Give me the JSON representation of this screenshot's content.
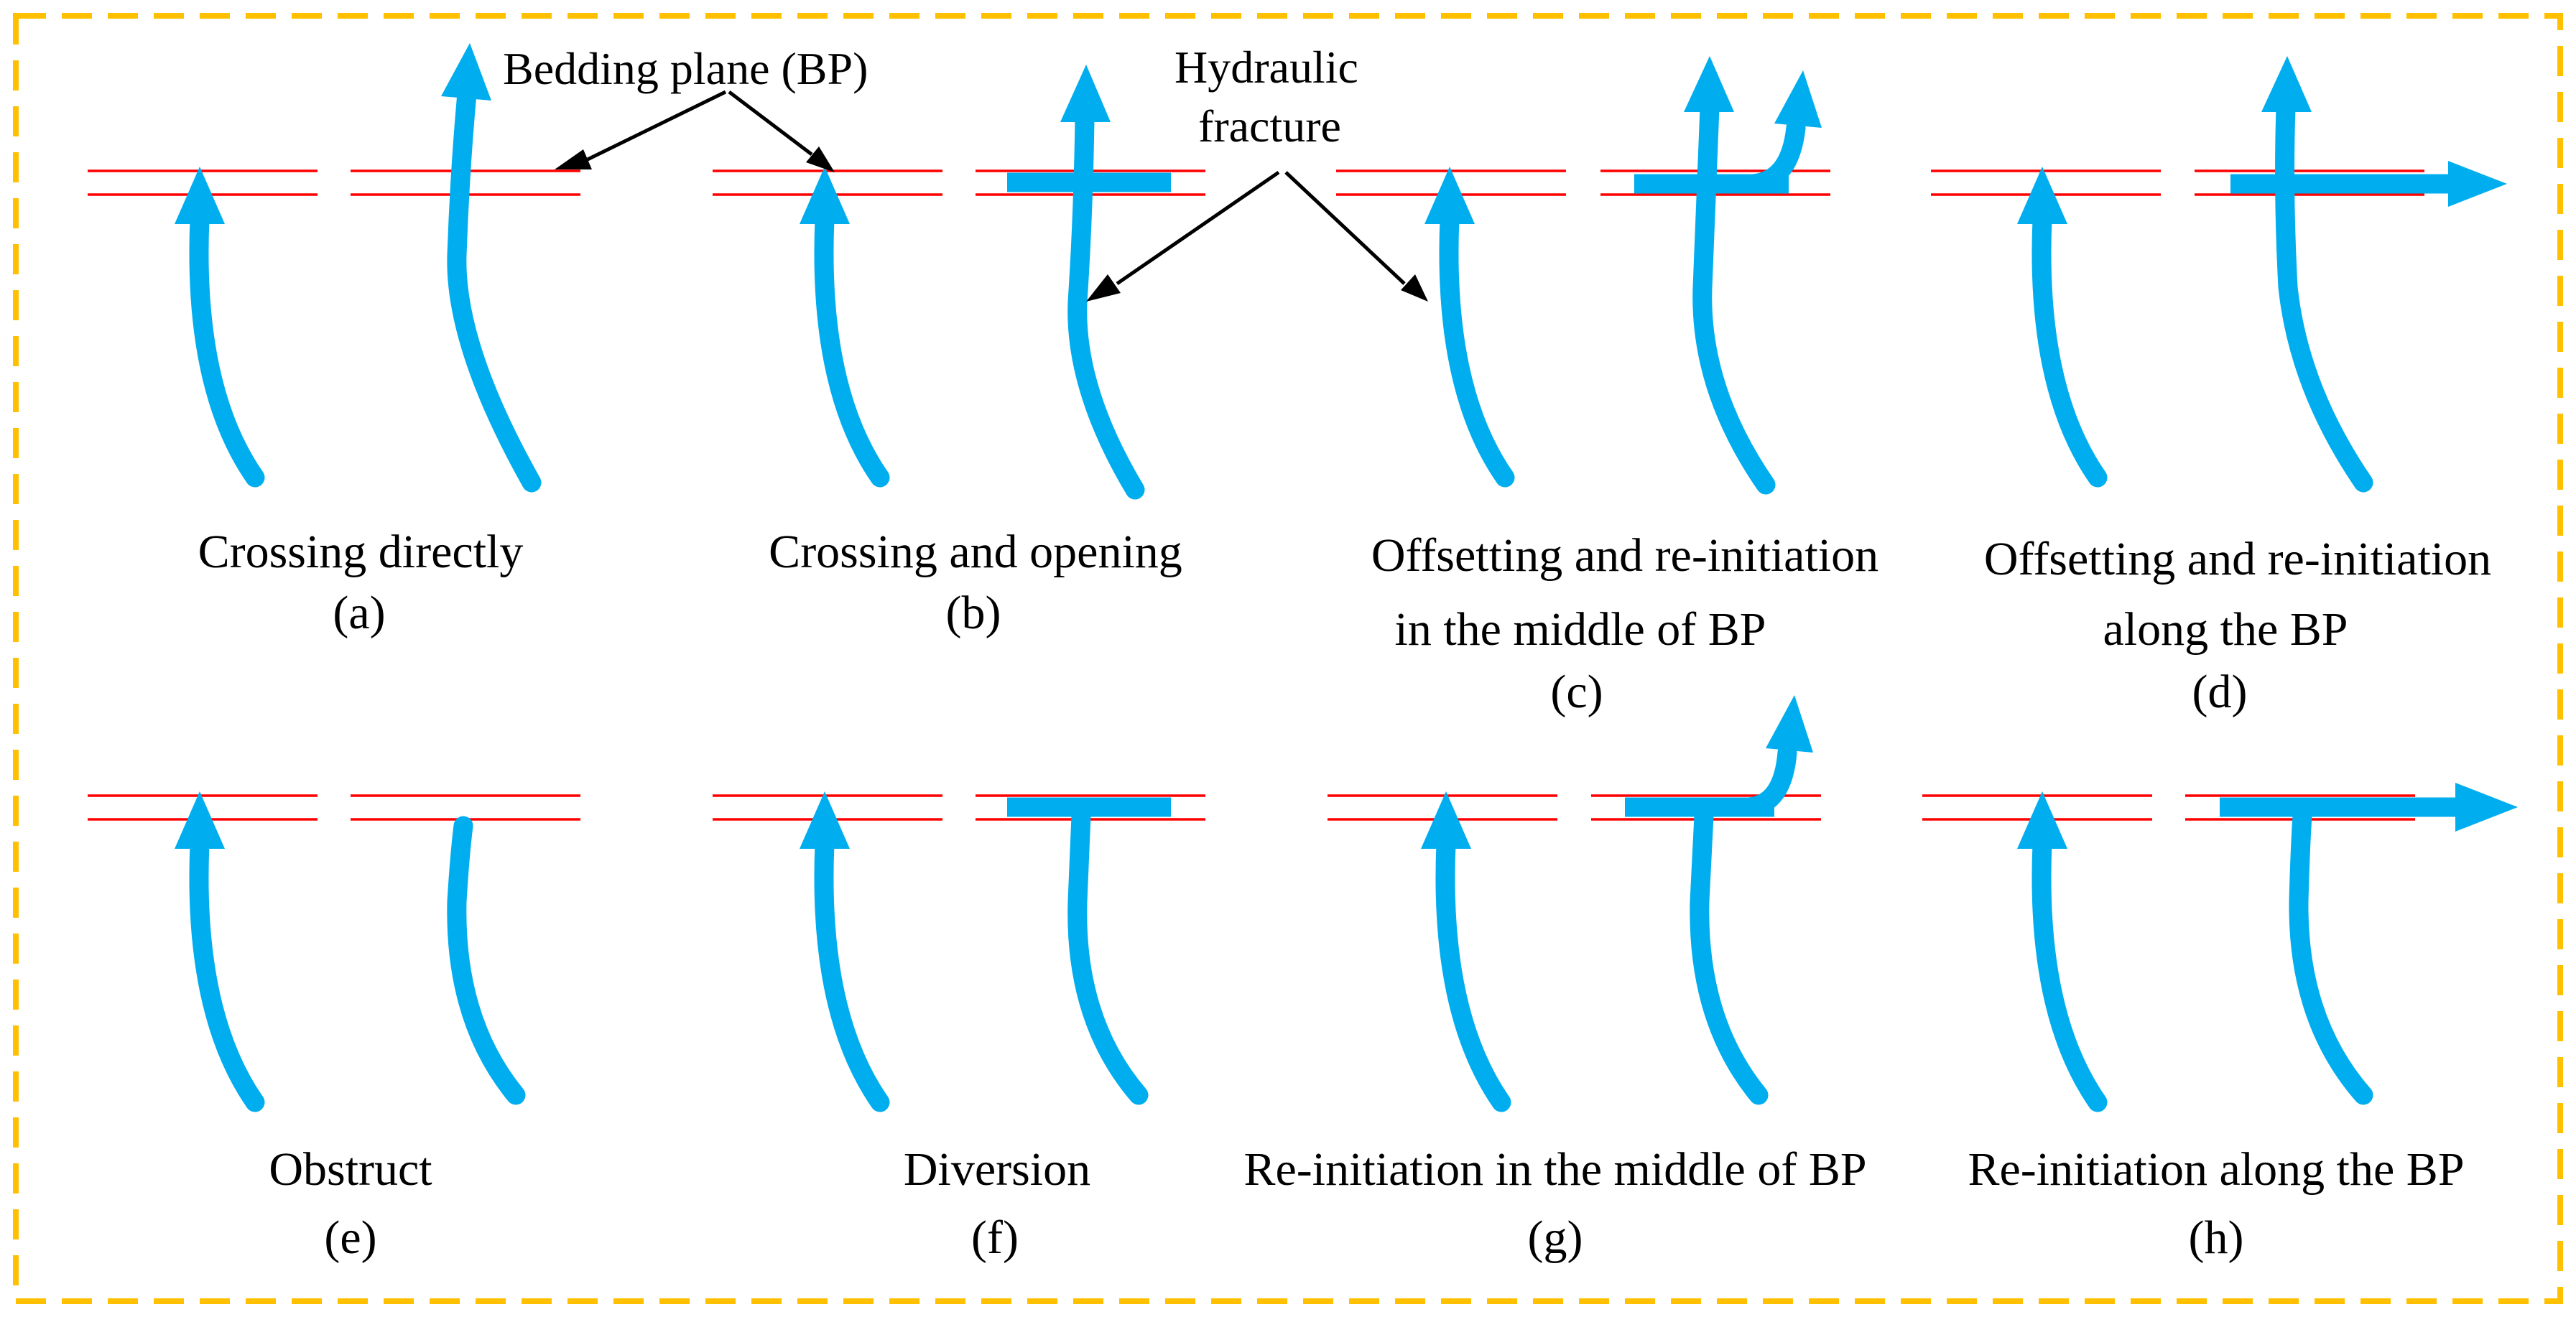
{
  "annotations": {
    "bedding_plane": "Bedding plane (BP)",
    "hydraulic_fracture_line1": "Hydraulic",
    "hydraulic_fracture_line2": "fracture"
  },
  "panels": [
    {
      "id": "a",
      "caption_lines": [
        "Crossing directly"
      ],
      "label": "(a)"
    },
    {
      "id": "b",
      "caption_lines": [
        "Crossing and opening"
      ],
      "label": "(b)"
    },
    {
      "id": "c",
      "caption_lines": [
        "Offsetting and re-initiation",
        "in the middle of BP"
      ],
      "label": "(c)"
    },
    {
      "id": "d",
      "caption_lines": [
        "Offsetting and re-initiation",
        "along the BP"
      ],
      "label": "(d)"
    },
    {
      "id": "e",
      "caption_lines": [
        "Obstruct"
      ],
      "label": "(e)"
    },
    {
      "id": "f",
      "caption_lines": [
        "Diversion"
      ],
      "label": "(f)"
    },
    {
      "id": "g",
      "caption_lines": [
        "Re-initiation in the middle of BP"
      ],
      "label": "(g)"
    },
    {
      "id": "h",
      "caption_lines": [
        "Re-initiation along the BP"
      ],
      "label": "(h)"
    }
  ],
  "colors": {
    "frame_border": "#ffc000",
    "bedding_plane": "#ff0000",
    "hydraulic_fracture": "#00aeef",
    "annotation_leader": "#000000"
  }
}
